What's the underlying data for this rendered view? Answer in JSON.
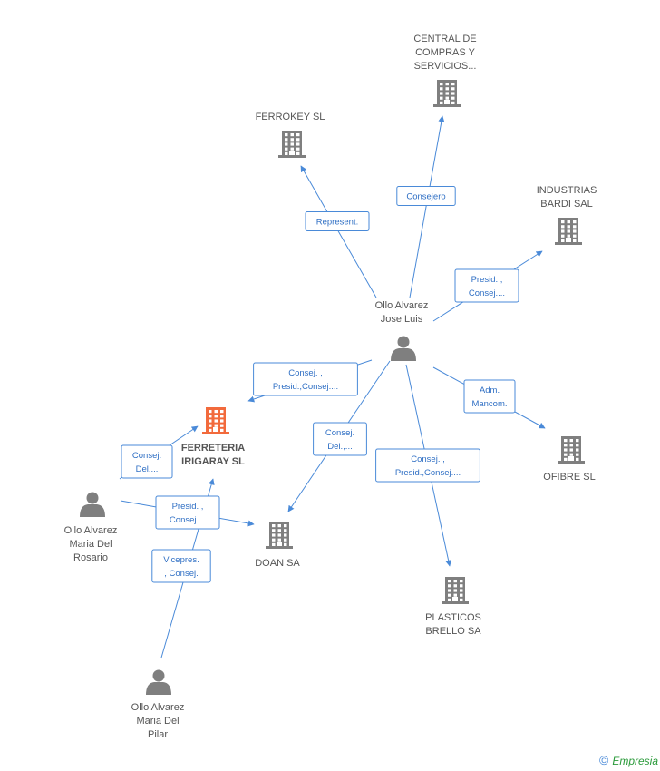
{
  "colors": {
    "edge": "#4a8ad8",
    "company": "#7f7f7f",
    "company_main": "#f26a3c",
    "person": "#7f7f7f"
  },
  "nodes": [
    {
      "id": "central",
      "type": "company",
      "lines": [
        "CENTRAL DE",
        "COMPRAS Y",
        "SERVICIOS..."
      ]
    },
    {
      "id": "ferrokey",
      "type": "company",
      "lines": [
        "FERROKEY  SL"
      ]
    },
    {
      "id": "industrias",
      "type": "company",
      "lines": [
        "INDUSTRIAS",
        "BARDI SAL"
      ]
    },
    {
      "id": "jose",
      "type": "person",
      "lines": [
        "Ollo Alvarez",
        "Jose Luis"
      ]
    },
    {
      "id": "ferreteria",
      "type": "company",
      "main": true,
      "lines": [
        "FERRETERIA",
        "IRIGARAY SL"
      ]
    },
    {
      "id": "ofibre",
      "type": "company",
      "lines": [
        "OFIBRE SL"
      ]
    },
    {
      "id": "rosario",
      "type": "person",
      "lines": [
        "Ollo Alvarez",
        "Maria Del",
        "Rosario"
      ]
    },
    {
      "id": "doan",
      "type": "company",
      "lines": [
        "DOAN SA"
      ]
    },
    {
      "id": "plasticos",
      "type": "company",
      "lines": [
        "PLASTICOS",
        "BRELLO SA"
      ]
    },
    {
      "id": "pilar",
      "type": "person",
      "lines": [
        "Ollo Alvarez",
        "Maria Del",
        "Pilar"
      ]
    }
  ],
  "edges": [
    {
      "from": "jose",
      "to": "ferrokey",
      "lines": [
        "Represent."
      ]
    },
    {
      "from": "jose",
      "to": "central",
      "lines": [
        "Consejero"
      ]
    },
    {
      "from": "jose",
      "to": "industrias",
      "lines": [
        "Presid. ,",
        "Consej...."
      ]
    },
    {
      "from": "jose",
      "to": "ferreteria",
      "lines": [
        "Consej. ,",
        "Presid.,Consej...."
      ]
    },
    {
      "from": "jose",
      "to": "doan",
      "lines": [
        "Consej.",
        "Del.,..."
      ]
    },
    {
      "from": "jose",
      "to": "plasticos",
      "lines": [
        "Consej. ,",
        "Presid.,Consej...."
      ]
    },
    {
      "from": "jose",
      "to": "ofibre",
      "lines": [
        "Adm.",
        "Mancom."
      ]
    },
    {
      "from": "rosario",
      "to": "ferreteria",
      "lines": [
        "Consej.",
        "Del...."
      ]
    },
    {
      "from": "rosario",
      "to": "doan",
      "lines": [
        "Presid. ,",
        "Consej...."
      ]
    },
    {
      "from": "pilar",
      "to": "ferreteria",
      "lines": [
        "Vicepres.",
        ", Consej."
      ]
    }
  ],
  "footer": {
    "copyright": "©",
    "brand": "Empresia"
  }
}
